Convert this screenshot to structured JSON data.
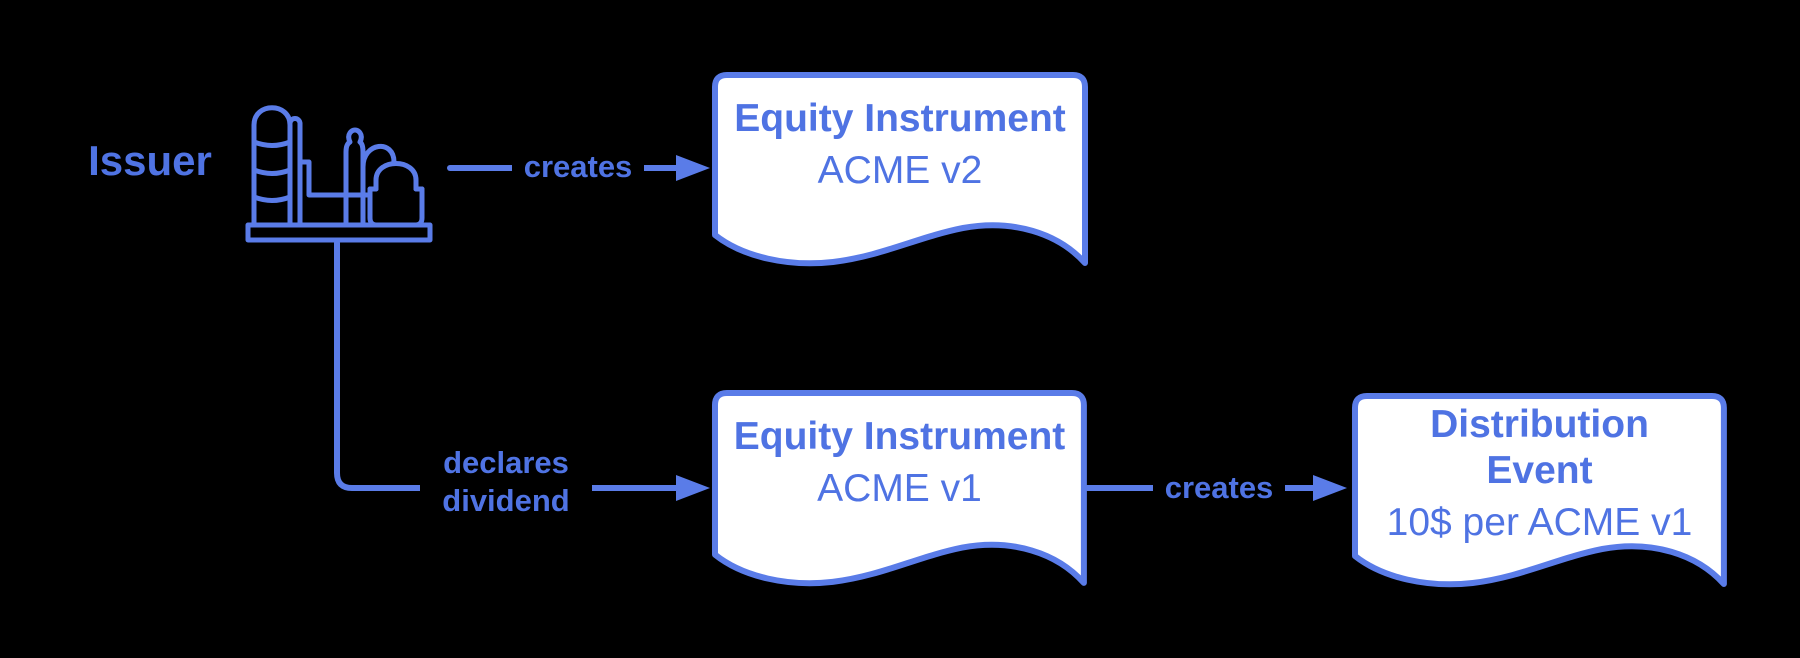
{
  "canvas": {
    "background": "#000000",
    "accent": "#5A7CE8",
    "text_color": "#4F73E3",
    "shape_fill": "#FFFFFF"
  },
  "actors": {
    "issuer": {
      "label": "Issuer",
      "icon": "factory-icon"
    }
  },
  "nodes": [
    {
      "id": "equity-instrument-v2",
      "shape": "document",
      "title": "Equity Instrument",
      "subtitle": "ACME v2"
    },
    {
      "id": "equity-instrument-v1",
      "shape": "document",
      "title": "Equity Instrument",
      "subtitle": "ACME v1"
    },
    {
      "id": "distribution-event",
      "shape": "document",
      "title": "Distribution Event",
      "subtitle": "10$ per ACME v1"
    }
  ],
  "edges": [
    {
      "from": "issuer",
      "to": "equity-instrument-v2",
      "label": "creates"
    },
    {
      "from": "issuer",
      "to": "equity-instrument-v1",
      "label": "declares dividend"
    },
    {
      "from": "equity-instrument-v1",
      "to": "distribution-event",
      "label": "creates"
    }
  ]
}
